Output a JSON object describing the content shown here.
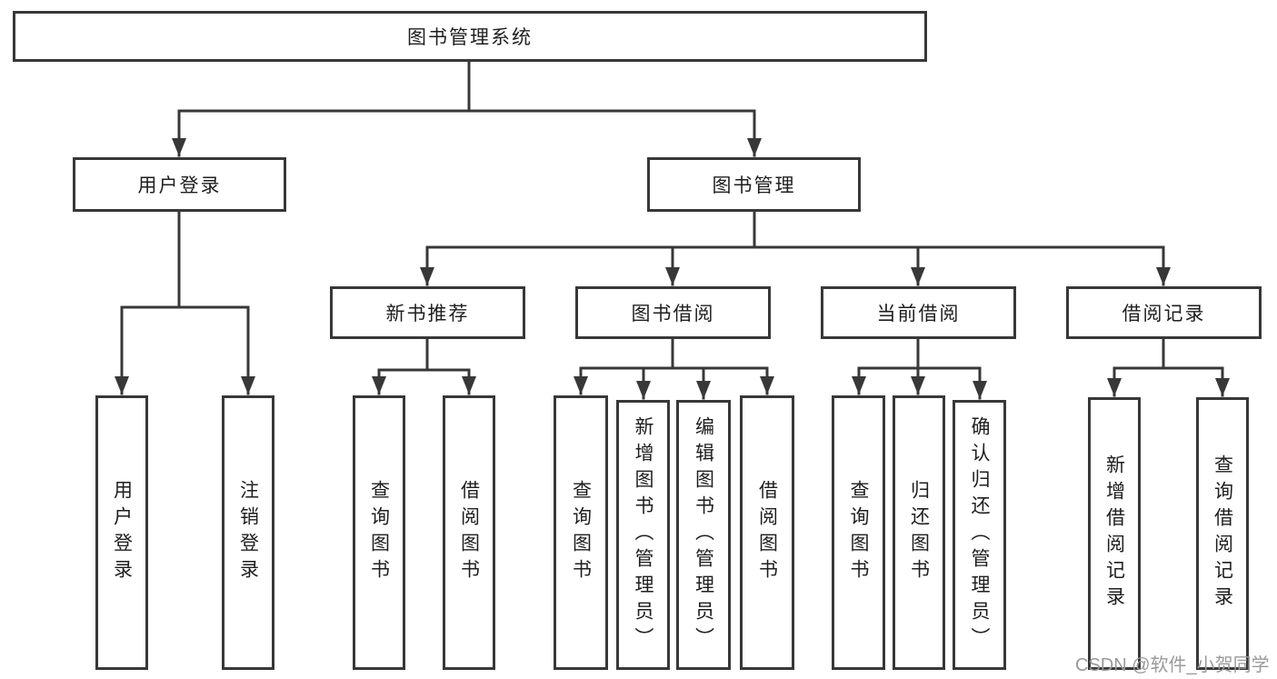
{
  "nodes": {
    "root": "图书管理系统",
    "user_login": "用户登录",
    "book_mgmt": "图书管理",
    "new_book_rec": "新书推荐",
    "book_borrow": "图书借阅",
    "current_borrow": "当前借阅",
    "borrow_records": "借阅记录",
    "ul_login": "用户登录",
    "ul_logout": "注销登录",
    "nbr_query": "查询图书",
    "nbr_borrow": "借阅图书",
    "bb_query": "查询图书",
    "bb_add": "新增图书（管理员）",
    "bb_edit": "编辑图书（管理员）",
    "bb_borrow": "借阅图书",
    "cb_query": "查询图书",
    "cb_return": "归还图书",
    "cb_confirm": "确认归还（管理员）",
    "br_add": "新增借阅记录",
    "br_query": "查询借阅记录"
  },
  "watermark": "CSDN @软件_小贺同学",
  "colors": {
    "line": "#383838",
    "text": "#1e1e1e",
    "watermark": "#9a9a9a",
    "background": "#ffffff"
  }
}
